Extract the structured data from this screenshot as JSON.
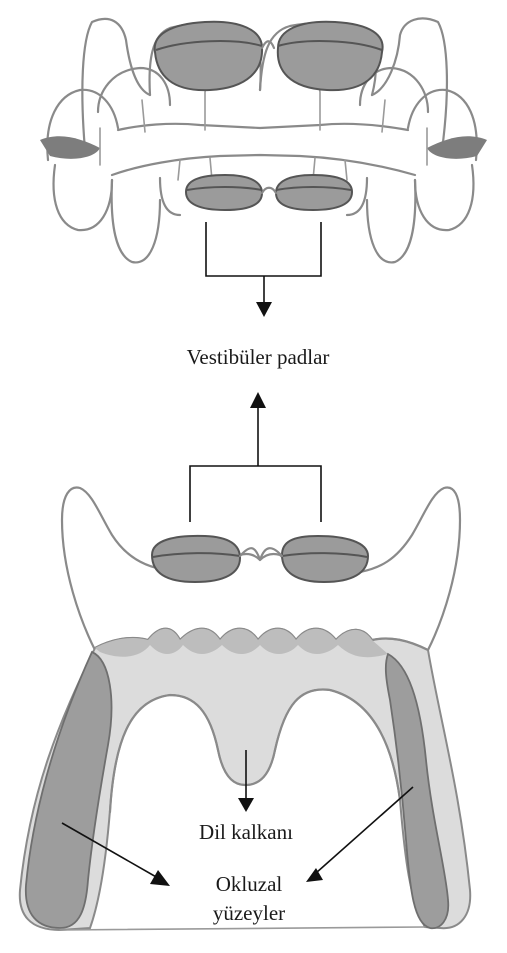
{
  "labels": {
    "vestibular_pads": "Vestibüler padlar",
    "lingual_shield": "Dil kalkanı",
    "occlusal_surfaces_line1": "Okluzal",
    "occlusal_surfaces_line2": "yüzeyler"
  },
  "colors": {
    "pad_fill": "#9b9b9b",
    "outline": "#8a8a8a",
    "shield_fill": "#dcdcdc",
    "arrow": "#111111"
  }
}
